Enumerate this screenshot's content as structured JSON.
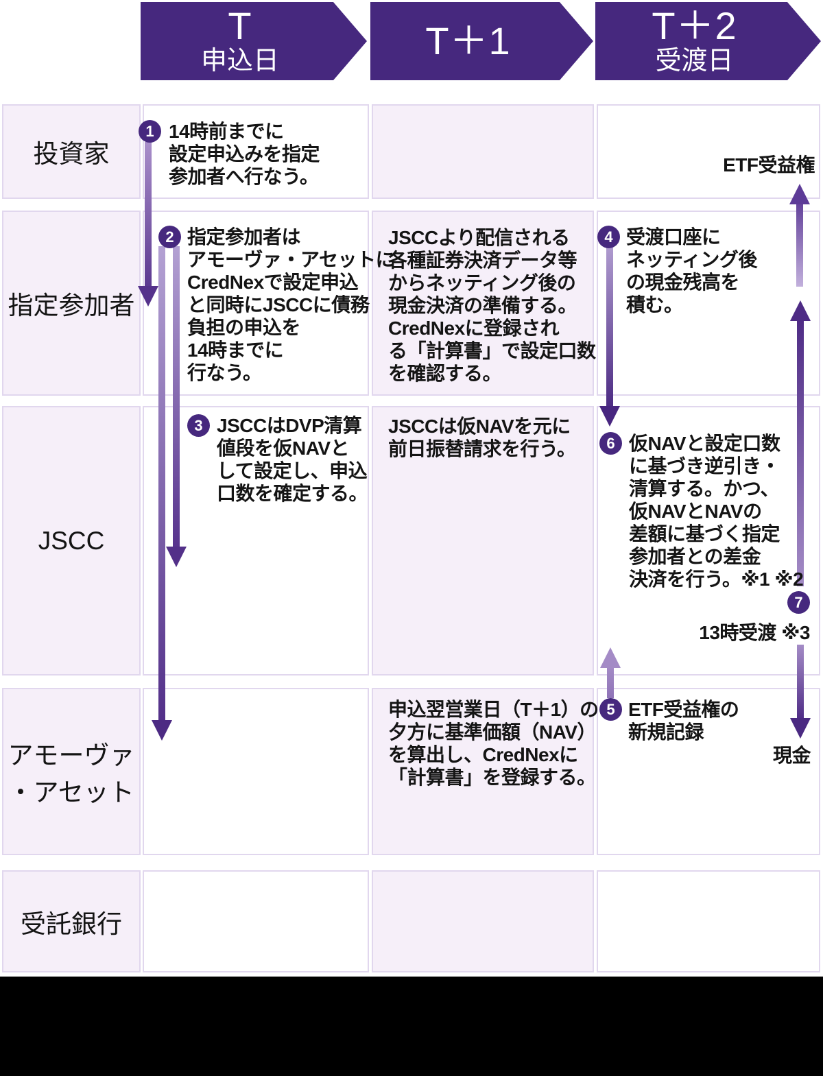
{
  "colors": {
    "banner_purple": "#46287E",
    "pale_cell": "#F6EFF9",
    "cell_border": "#E1D7EE",
    "arrow_dark": "#4E2B85",
    "arrow_light": "#B3A1D3",
    "footer_black": "#000000"
  },
  "header": {
    "banners": [
      {
        "title": "T",
        "subtitle": "申込日"
      },
      {
        "title": "T＋1",
        "subtitle": ""
      },
      {
        "title": "T＋2",
        "subtitle": "受渡日"
      }
    ]
  },
  "lanes": [
    {
      "label": "投資家"
    },
    {
      "label": "指定参加者"
    },
    {
      "label": "JSCC"
    },
    {
      "label": "アモーヴァ\n・アセット"
    },
    {
      "label": "受託銀行"
    }
  ],
  "steps": [
    {
      "num": "1",
      "text": "14時前までに\n設定申込みを指定\n参加者へ行なう。"
    },
    {
      "num": "2",
      "text": "指定参加者は\nアモーヴァ・アセットに\nCredNexで設定申込\nと同時にJSCCに債務\n負担の申込を\n14時までに\n行なう。"
    },
    {
      "num": "3",
      "text": "JSCCはDVP清算\n値段を仮NAVと\nして設定し、申込\n口数を確定する。"
    },
    {
      "num": "4",
      "text": "受渡口座に\nネッティング後\nの現金残高を\n積む。"
    },
    {
      "num": "5",
      "text": "ETF受益権の\n新規記録"
    },
    {
      "num": "6",
      "text": "仮NAVと設定口数\nに基づき逆引き・\n清算する。かつ、\n仮NAVとNAVの\n差額に基づく指定\n参加者との差金\n決済を行う。※1 ※2"
    },
    {
      "num": "7",
      "text": "13時受渡 ※3"
    }
  ],
  "notes": [
    {
      "text": "JSCCより配信される\n各種証券決済データ等\nからネッティング後の\n現金決済の準備する。\nCredNexに登録され\nる「計算書」で設定口数\nを確認する。"
    },
    {
      "text": "JSCCは仮NAVを元に\n前日振替請求を行う。"
    },
    {
      "text": "申込翌営業日（T＋1）の\n夕方に基準価額（NAV）\nを算出し、CredNexに\n「計算書」を登録する。"
    }
  ],
  "labels": {
    "etf_top": "ETF受益権",
    "cash": "現金"
  }
}
